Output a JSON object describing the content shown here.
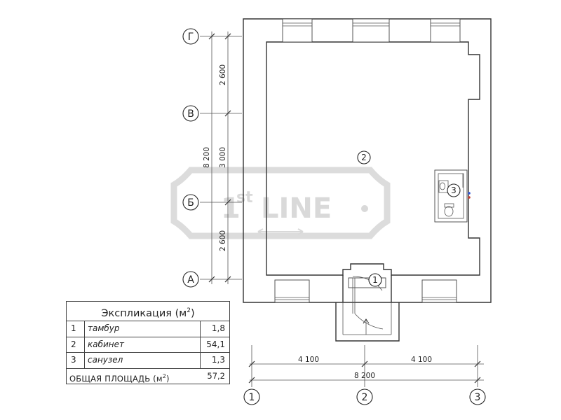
{
  "axes": {
    "rows": [
      "Г",
      "В",
      "Б",
      "А"
    ],
    "columns": [
      "1",
      "2",
      "3"
    ]
  },
  "dimensions": {
    "vertical_total": "8 200",
    "vertical_segments": [
      "2 600",
      "3 000",
      "2 600"
    ],
    "horizontal_segments": [
      "4 100",
      "4 100"
    ],
    "horizontal_total": "8 200"
  },
  "room_markers": [
    "1",
    "2",
    "3"
  ],
  "watermark": {
    "brand_main": "1",
    "brand_sup": "st",
    "brand_word": "LINE",
    "color": "#d9d9d9"
  },
  "explication": {
    "title": "Экспликация",
    "title_unit_open": "(м",
    "title_unit_sup": "2",
    "title_unit_close": ")",
    "rows": [
      {
        "n": "1",
        "name": "тамбур",
        "area": "1,8"
      },
      {
        "n": "2",
        "name": "кабинет",
        "area": "54,1"
      },
      {
        "n": "3",
        "name": "санузел",
        "area": "1,3"
      }
    ],
    "total_label": "ОБЩАЯ ПЛОЩАДЬ (м",
    "total_sup": "2",
    "total_close": ")",
    "total_area": "57,2"
  },
  "colors": {
    "lines": "#333333",
    "outlet_blue": "#2a4fd0",
    "outlet_red": "#c0392b"
  }
}
